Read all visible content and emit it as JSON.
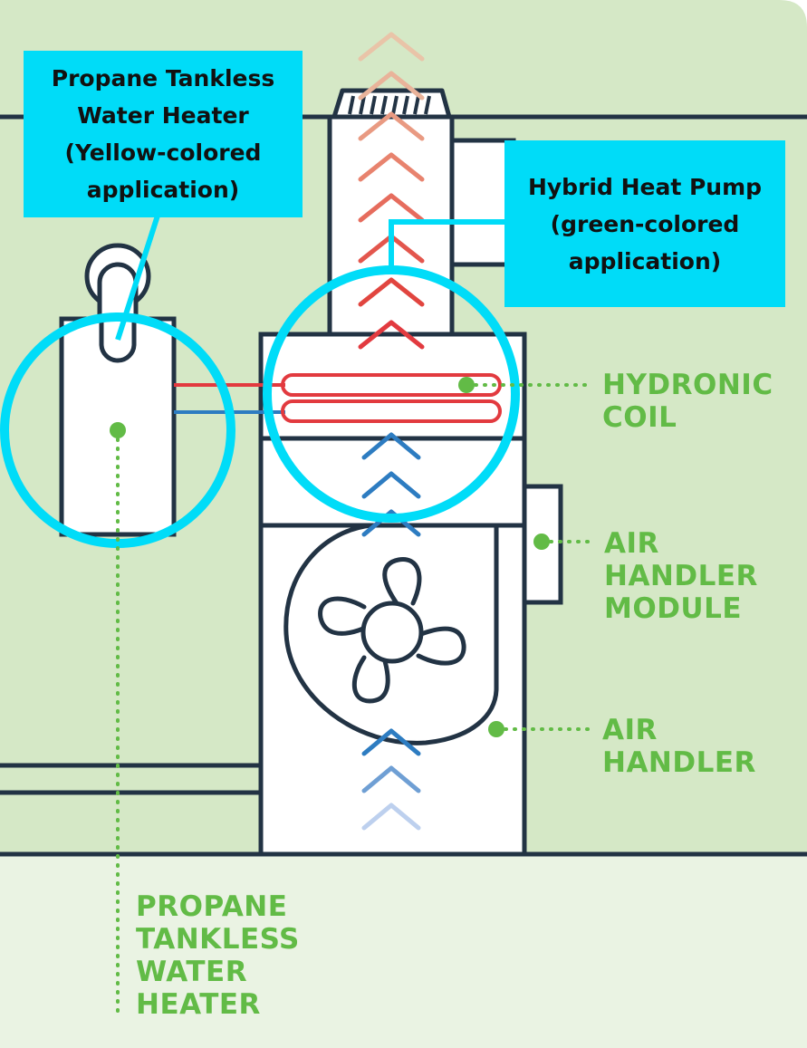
{
  "callouts": {
    "tankless": "Propane Tankless\nWater Heater\n(Yellow-colored\napplication)",
    "heatpump": "Hybrid Heat Pump\n(green-colored\napplication)"
  },
  "labels": {
    "hydronic_coil": "HYDRONIC\nCOIL",
    "air_handler_module": "AIR\nHANDLER\nMODULE",
    "air_handler": "AIR\nHANDLER",
    "propane_tankless": "PROPANE\nTANKLESS\nWATER\nHEATER"
  },
  "colors": {
    "background": "#d5e8c6",
    "floor": "#eaf3e3",
    "outline": "#223344",
    "callout_fill": "#00dcf8",
    "label_green": "#62bb46",
    "hot_pipe": "#e23a3f",
    "cold_pipe": "#2d7cc1"
  }
}
